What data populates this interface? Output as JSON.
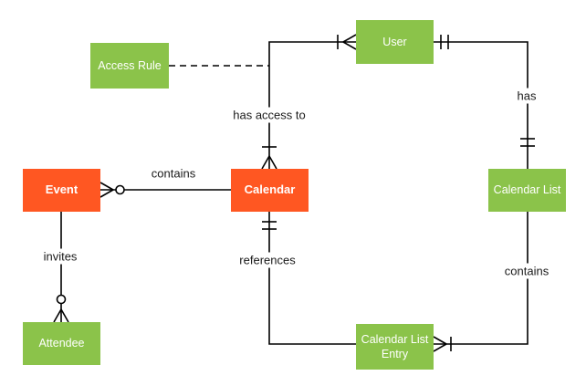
{
  "diagram_type": "entity-relationship",
  "colors": {
    "background": "#ffffff",
    "connector": "#000000",
    "label_text": "#1a1a1a",
    "entity_text": "#ffffff",
    "entity_primary": "#FF5722",
    "entity_secondary": "#8BC34A"
  },
  "entities": {
    "access_rule": {
      "label": "Access Rule",
      "type": "secondary"
    },
    "user": {
      "label": "User",
      "type": "secondary"
    },
    "event": {
      "label": "Event",
      "type": "primary"
    },
    "calendar": {
      "label": "Calendar",
      "type": "primary"
    },
    "calendar_list": {
      "label": "Calendar List",
      "type": "secondary"
    },
    "attendee": {
      "label": "Attendee",
      "type": "secondary"
    },
    "calendar_list_entry": {
      "label": "Calendar List Entry",
      "type": "secondary"
    }
  },
  "relationships": {
    "has_access_to": {
      "label": "has access to",
      "from": "User",
      "to": "Calendar",
      "cardinality": "one-or-many to one-or-many",
      "style": "solid"
    },
    "access_rule_link": {
      "label": "",
      "from": "Access Rule",
      "to": "has access to",
      "style": "dashed"
    },
    "has": {
      "label": "has",
      "from": "User",
      "to": "Calendar List",
      "cardinality": "exactly-one to exactly-one",
      "style": "solid"
    },
    "contains_events": {
      "label": "contains",
      "from": "Calendar",
      "to": "Event",
      "cardinality": "zero-or-many",
      "style": "solid"
    },
    "invites": {
      "label": "invites",
      "from": "Event",
      "to": "Attendee",
      "cardinality": "zero-or-many",
      "style": "solid"
    },
    "references": {
      "label": "references",
      "from": "Calendar List Entry",
      "to": "Calendar",
      "cardinality": "exactly-one",
      "style": "solid"
    },
    "contains_entries": {
      "label": "contains",
      "from": "Calendar List",
      "to": "Calendar List Entry",
      "cardinality": "one-or-many",
      "style": "solid"
    }
  }
}
